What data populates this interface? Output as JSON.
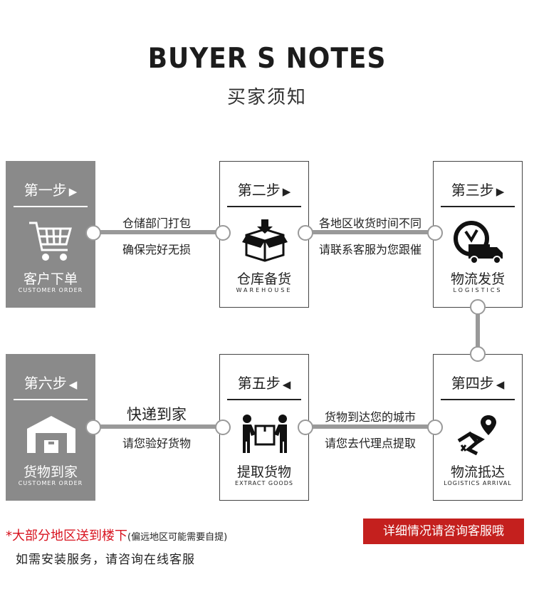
{
  "header": {
    "title_en": "BUYER S NOTES",
    "title_cn": "买家须知"
  },
  "steps": [
    {
      "step": "第一步",
      "arrow": "▶",
      "title": "客户下单",
      "sub": "CUSTOMER ORDER",
      "icon": "cart-icon"
    },
    {
      "step": "第二步",
      "arrow": "▶",
      "title": "仓库备货",
      "sub": "WAREHOUSE",
      "icon": "package-icon"
    },
    {
      "step": "第三步",
      "arrow": "▶",
      "title": "物流发货",
      "sub": "LOGISTICS",
      "icon": "delivery-truck-icon"
    },
    {
      "step": "第四步",
      "arrow": "◀",
      "title": "物流抵达",
      "sub": "LOGISTICS ARRIVAL",
      "icon": "location-route-icon"
    },
    {
      "step": "第五步",
      "arrow": "◀",
      "title": "提取货物",
      "sub": "EXTRACT GOODS",
      "icon": "carry-box-icon"
    },
    {
      "step": "第六步",
      "arrow": "◀",
      "title": "货物到家",
      "sub": "CUSTOMER ORDER",
      "icon": "warehouse-home-icon"
    }
  ],
  "connectors": {
    "c12": {
      "line1": "仓储部门打包",
      "line2": "确保完好无损"
    },
    "c23": {
      "line1": "各地区收货时间不同",
      "line2": "请联系客服为您跟催"
    },
    "c45": {
      "line1": "货物到达您的城市",
      "line2": "请您去代理点提取"
    },
    "c56": {
      "line1": "快递到家",
      "line2": "请您验好货物"
    }
  },
  "notes": {
    "line1_red": "*大部分地区送到楼下",
    "line1_small": "(偏远地区可能需要自提)",
    "line2": "如需安装服务，请咨询在线客服",
    "badge": "详细情况请咨询客服哦"
  },
  "colors": {
    "gray_box": "#8a8a8a",
    "accent_red": "#c4201e",
    "connector": "#999999"
  }
}
